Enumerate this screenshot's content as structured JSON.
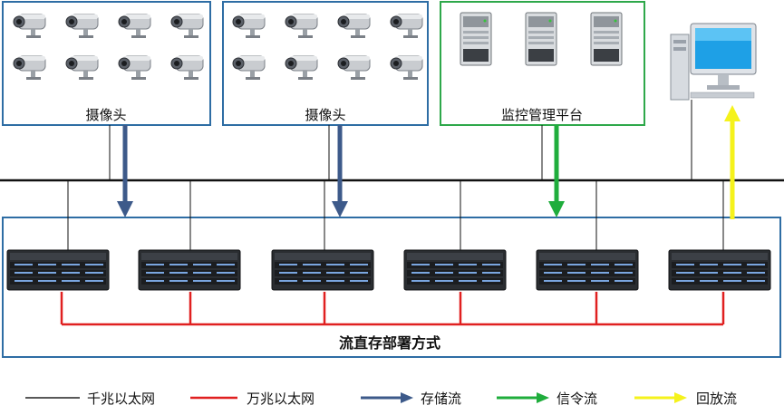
{
  "groups": [
    {
      "label": "摄像头",
      "border_color": "#2e6da4",
      "kind": "camera"
    },
    {
      "label": "摄像头",
      "border_color": "#2e6da4",
      "kind": "camera"
    },
    {
      "label": "监控管理平台",
      "border_color": "#2ea84a",
      "kind": "server"
    }
  ],
  "storage_cluster": {
    "title": "流直存部署方式",
    "border_color": "#2e6da4",
    "unit_count": 6
  },
  "legend": [
    {
      "label": "千兆以太网",
      "color": "#222222",
      "style": "line"
    },
    {
      "label": "万兆以太网",
      "color": "#e02020",
      "style": "line"
    },
    {
      "label": "存储流",
      "color": "#3d5a8a",
      "style": "arrow"
    },
    {
      "label": "信令流",
      "color": "#1fad3c",
      "style": "arrow"
    },
    {
      "label": "回放流",
      "color": "#f5f21c",
      "style": "arrow"
    }
  ]
}
